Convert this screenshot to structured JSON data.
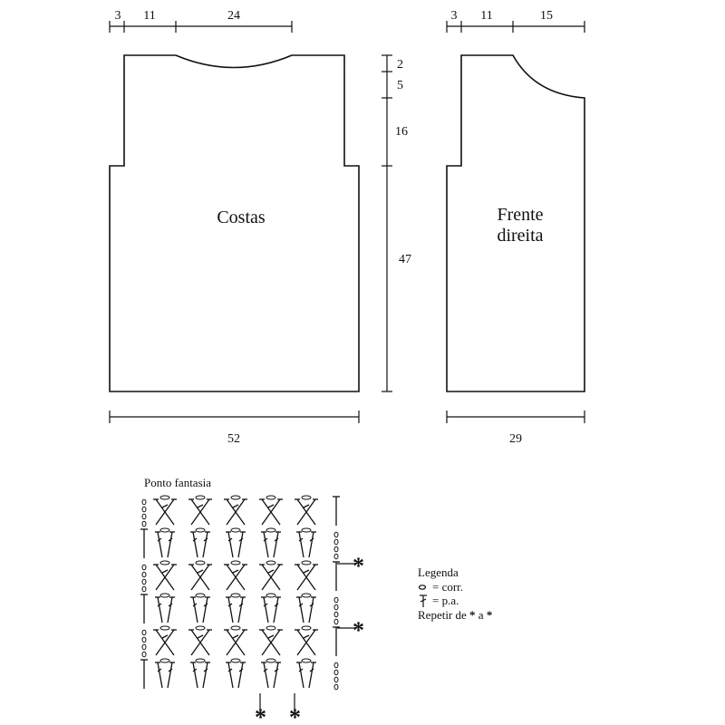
{
  "back_panel": {
    "label": "Costas",
    "top_dims": [
      "3",
      "11",
      "24"
    ],
    "side_dims": [
      "2",
      "5",
      "16",
      "47"
    ],
    "bottom_dim": "52"
  },
  "front_panel": {
    "label_line1": "Frente",
    "label_line2": "direita",
    "top_dims": [
      "3",
      "11",
      "15"
    ],
    "bottom_dim": "29"
  },
  "stitch_chart": {
    "title": "Ponto fantasia",
    "repeat_mark": "*"
  },
  "legend": {
    "title": "Legenda",
    "chain": "= corr.",
    "dc": "= p.a.",
    "repeat_prefix": "Repetir de ",
    "repeat_star1": "*",
    "repeat_mid": " a ",
    "repeat_star2": "*"
  }
}
